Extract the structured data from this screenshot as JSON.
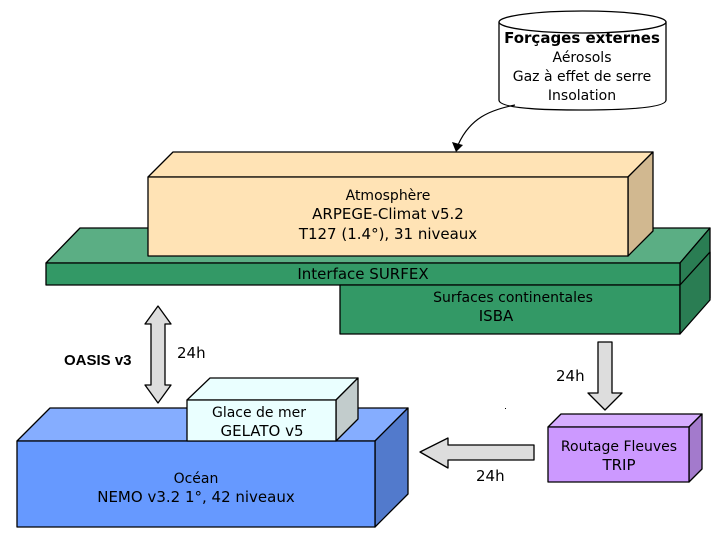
{
  "forcing": {
    "title": "Forçages externes",
    "lines": [
      "Aérosols",
      "Gaz à effet de serre",
      "Insolation"
    ]
  },
  "atmosphere": {
    "label": "Atmosphère",
    "model": "ARPEGE-Climat v5.2",
    "resolution": "T127 (1.4°), 31 niveaux",
    "colors": {
      "front": "#FFE3B5",
      "top": "#FFE3B5",
      "side": "#D1B890"
    }
  },
  "surfex": {
    "label": "Interface SURFEX",
    "colors": {
      "front": "#339966",
      "top": "#5BAE84",
      "side": "#2A7D53"
    }
  },
  "continental": {
    "label": "Surfaces continentales",
    "model": "ISBA",
    "colors": {
      "front": "#339966",
      "side": "#2A7D53"
    }
  },
  "coupler": {
    "label": "OASIS v3",
    "frequency": "24h"
  },
  "sea_ice": {
    "label": "Glace de mer",
    "model": "GELATO v5",
    "colors": {
      "front": "#EAFFFF",
      "top": "#EAFFFF",
      "side": "#C2CCCC"
    }
  },
  "ocean": {
    "label": "Océan",
    "model": "NEMO v3.2 1°, 42 niveaux",
    "colors": {
      "front": "#6699FF",
      "top": "#85ADFF",
      "side": "#527ACC"
    }
  },
  "river_routing": {
    "label": "Routage Fleuves",
    "model": "TRIP",
    "colors": {
      "front": "#CC99FF",
      "top": "#D6ADFF",
      "side": "#A37ACC"
    }
  },
  "arrows": {
    "isba_to_trip": "24h",
    "trip_to_ocean": "24h"
  },
  "arrow_color": "#DDDDDD"
}
